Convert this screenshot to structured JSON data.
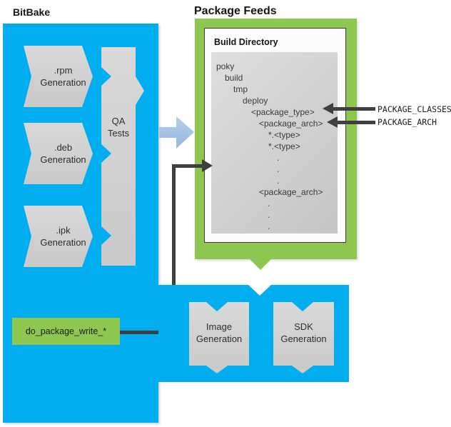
{
  "titles": {
    "bitbake": "BitBake",
    "package_feeds": "Package Feeds"
  },
  "colors": {
    "blue": "#00aeef",
    "green": "#8ec74f",
    "dark": "#3f3f3f",
    "arrow-blue": "#a9c6e6"
  },
  "bitbake": {
    "generators": [
      {
        "label": ".rpm\nGeneration"
      },
      {
        "label": ".deb\nGeneration"
      },
      {
        "label": ".ipk\nGeneration"
      }
    ],
    "qa_label": "QA\nTests",
    "task_label": "do_package_write_*"
  },
  "package_feeds": {
    "build_directory_label": "Build Directory",
    "entries": [
      {
        "text": "poky",
        "indent": 7
      },
      {
        "text": "build",
        "indent": 19
      },
      {
        "text": "tmp",
        "indent": 31
      },
      {
        "text": "deploy",
        "indent": 44
      },
      {
        "text": "<package_type>",
        "indent": 56
      },
      {
        "text": "<package_arch>",
        "indent": 67
      },
      {
        "text": "*.<type>",
        "indent": 80
      },
      {
        "text": "*.<type>",
        "indent": 80
      },
      {
        "text": ".",
        "indent": 92
      },
      {
        "text": ".",
        "indent": 92
      },
      {
        "text": ".",
        "indent": 92
      },
      {
        "text": "<package_arch>",
        "indent": 67
      },
      {
        "text": ".",
        "indent": 79
      },
      {
        "text": ".",
        "indent": 79
      },
      {
        "text": ".",
        "indent": 79
      }
    ]
  },
  "annotations": [
    {
      "label": "PACKAGE_CLASSES"
    },
    {
      "label": "PACKAGE_ARCH"
    }
  ],
  "downstream": {
    "image_label": "Image\nGeneration",
    "sdk_label": "SDK\nGeneration"
  }
}
